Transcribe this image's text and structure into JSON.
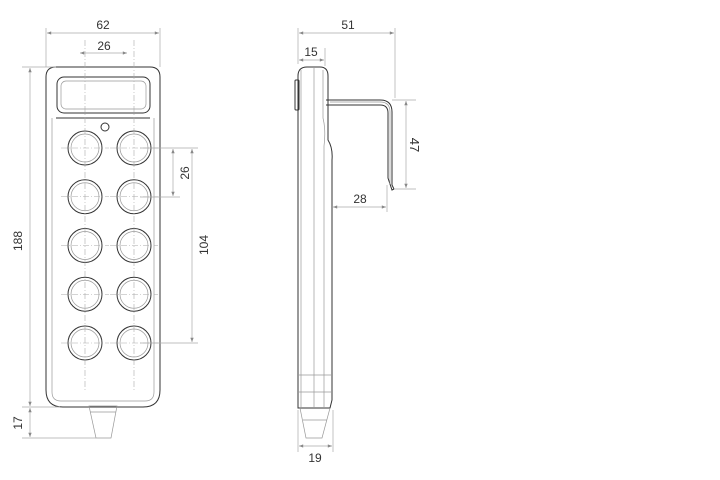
{
  "drawing": {
    "front_view": {
      "dimensions": {
        "width": "62",
        "button_spacing_horizontal": "26",
        "height": "188",
        "gland_length": "17",
        "button_spacing_vertical": "26",
        "button_field_height": "104"
      },
      "button_rows": 5,
      "button_columns": 2
    },
    "side_view": {
      "dimensions": {
        "overall_depth": "51",
        "body_depth_top": "15",
        "clip_height": "47",
        "clip_gap": "28",
        "body_depth_bottom": "19"
      }
    }
  }
}
